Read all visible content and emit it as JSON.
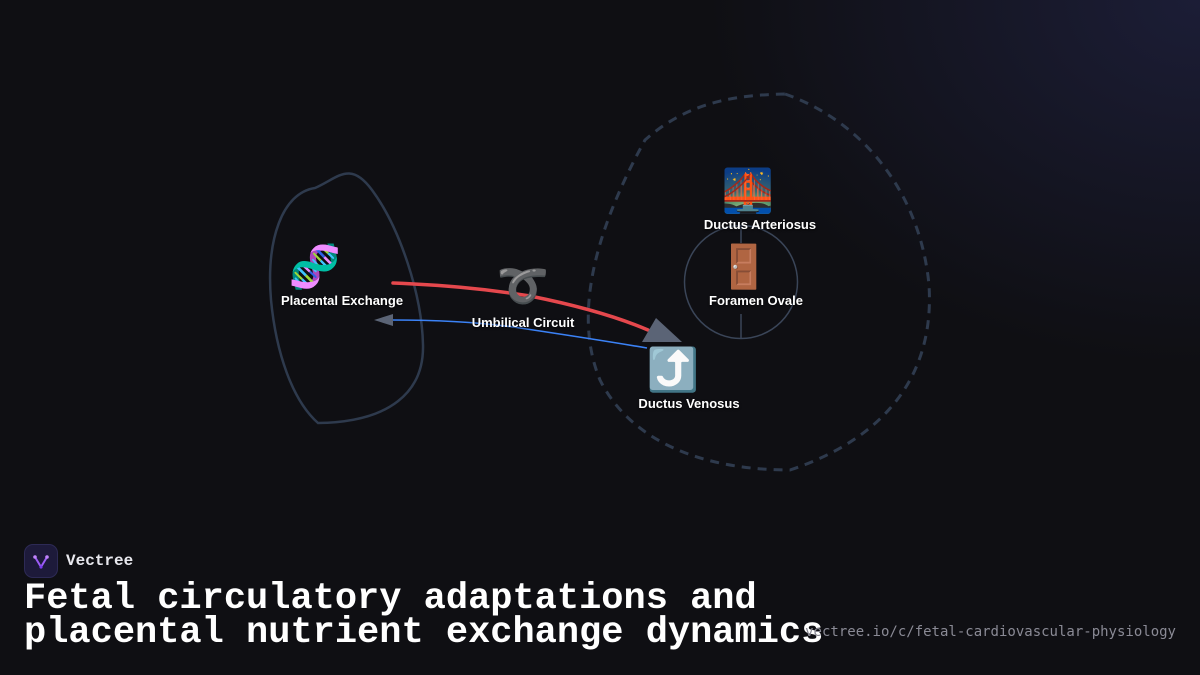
{
  "diagram": {
    "nodes": [
      {
        "id": "placental-exchange",
        "icon": "dna-icon",
        "emoji": "🧬",
        "label": "Placental Exchange"
      },
      {
        "id": "umbilical-circuit",
        "icon": "loop-icon",
        "emoji": "➰",
        "label": "Umbilical Circuit"
      },
      {
        "id": "ductus-arteriosus",
        "icon": "bridge-icon",
        "emoji": "🌉",
        "label": "Ductus Arteriosus"
      },
      {
        "id": "foramen-ovale",
        "icon": "door-icon",
        "emoji": "🚪",
        "label": "Foramen Ovale"
      },
      {
        "id": "ductus-venosus",
        "icon": "up-arrow-icon",
        "emoji": "⤴️",
        "label": "Ductus Venosus"
      }
    ],
    "colors": {
      "oxygenated_flow": "#e5484d",
      "deoxygenated_flow": "#3b82f6",
      "region_outline": "#2e3a4d",
      "arrow_head": "#5b6476"
    }
  },
  "brand": {
    "name": "Vectree",
    "logo_icon": "vectree-logo-icon"
  },
  "title": "Fetal circulatory adaptations and placental nutrient exchange dynamics",
  "url": "vectree.io/c/fetal-cardiovascular-physiology"
}
